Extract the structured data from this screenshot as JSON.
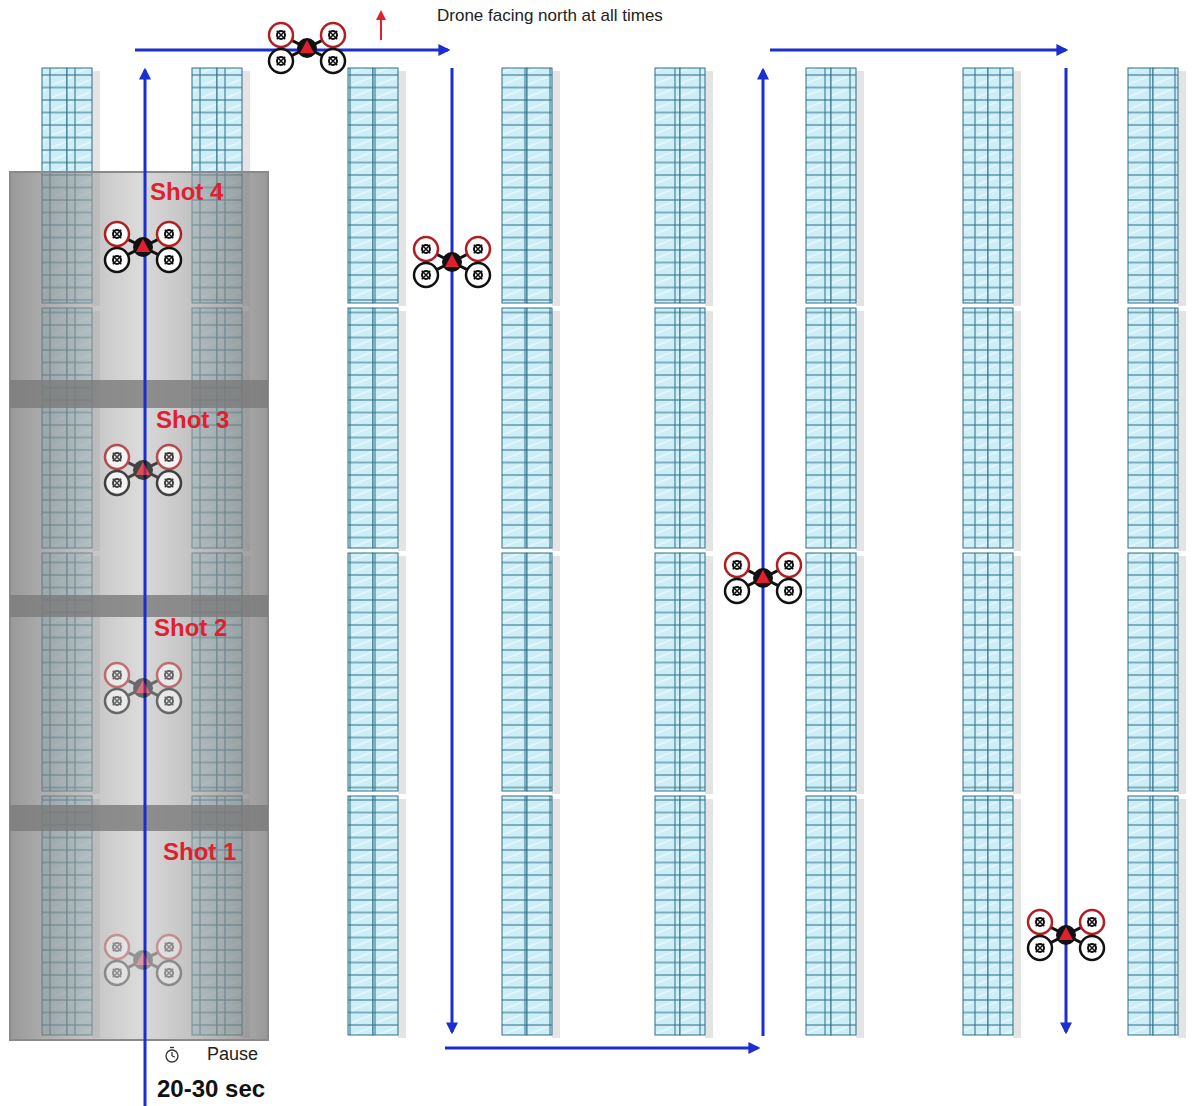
{
  "diagram": {
    "labels": [
      "Drone facing north at all times",
      "Shot 4",
      "Shot 3",
      "Shot 2",
      "Shot 1",
      "Pause",
      "20-30 sec"
    ]
  }
}
